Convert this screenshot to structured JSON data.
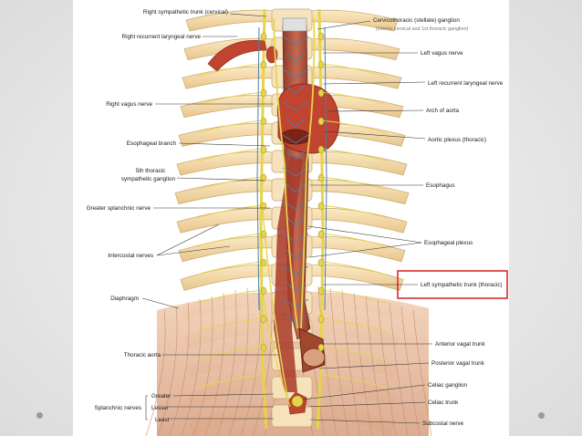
{
  "labels": {
    "right_sympathetic_trunk_cervical": "Right sympathetic trunk (cervical)",
    "right_recurrent_laryngeal_nerve": "Right recurrent laryngeal nerve",
    "right_vagus_nerve": "Right vagus nerve",
    "esophageal_branch": "Esophageal branch",
    "fifth_thoracic_ganglion_line1": "5th thoracic",
    "fifth_thoracic_ganglion_line2": "sympathetic ganglion",
    "greater_splanchnic_nerve": "Greater splanchnic nerve",
    "intercostal_nerves": "Intercostal nerves",
    "diaphragm": "Diaphragm",
    "thoracic_aorta": "Thoracic aorta",
    "splanchnic_nerves": "Splanchnic nerves",
    "greater": "Greater",
    "lesser": "Lesser",
    "least": "Least",
    "cervicothoracic_ganglion": "Cervicothoracic (stellate) ganglion",
    "cervicothoracic_ganglion_sub": "(inferior cervical and 1st thoracic ganglion)",
    "left_vagus_nerve": "Left vagus nerve",
    "left_recurrent_laryngeal_nerve": "Left recurrent laryngeal nerve",
    "arch_of_aorta": "Arch of aorta",
    "aortic_plexus": "Aortic plexus (thoracic)",
    "esophagus": "Esophagus",
    "esophageal_plexus": "Esophageal plexus",
    "left_sympathetic_trunk_thoracic": "Left sympathetic trunk (thoracic)",
    "anterior_vagal_trunk": "Anterior vagal trunk",
    "posterior_vagal_trunk": "Posterior vagal trunk",
    "celiac_ganglion": "Celiac ganglion",
    "celiac_trunk": "Celiac trunk",
    "subcostal_nerve": "Subcostal nerve"
  },
  "colors": {
    "highlight_box": "#d92b2b",
    "rib": "#f3d9a6",
    "rib_outline": "#c9a46a",
    "esophagus": "#b5563e",
    "aorta": "#c43c2c",
    "nerve": "#e8d84a",
    "vessel_blue": "#4b7fa8",
    "diaphragm": "#e9c0a4"
  }
}
